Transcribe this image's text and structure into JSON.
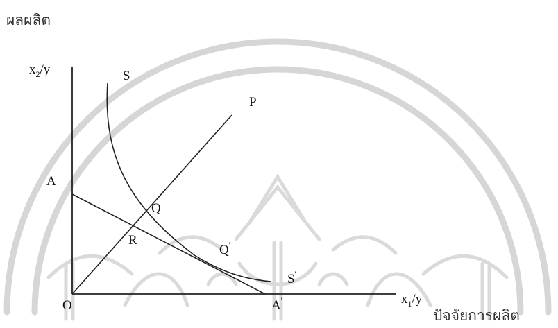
{
  "header": {
    "text": "ผลผลิต"
  },
  "footer": {
    "text": "ปัจจัยการผลิต"
  },
  "diagram": {
    "axes": {
      "y_label_base": "x",
      "y_label_sub": "2",
      "y_label_tail": "/y",
      "x_label_base": "x",
      "x_label_sub": "1",
      "x_label_tail": "/y"
    },
    "points": {
      "origin": "O",
      "S": "S",
      "S_prime": "S",
      "S_prime_mark": "'",
      "P": "P",
      "A": "A",
      "A_prime": "A",
      "A_prime_mark": "'",
      "Q": "Q",
      "Q_prime": "Q",
      "Q_prime_mark": "'",
      "R": "R"
    }
  },
  "watermark": {
    "kind": "university-seal",
    "color": "#d6d6d6"
  }
}
